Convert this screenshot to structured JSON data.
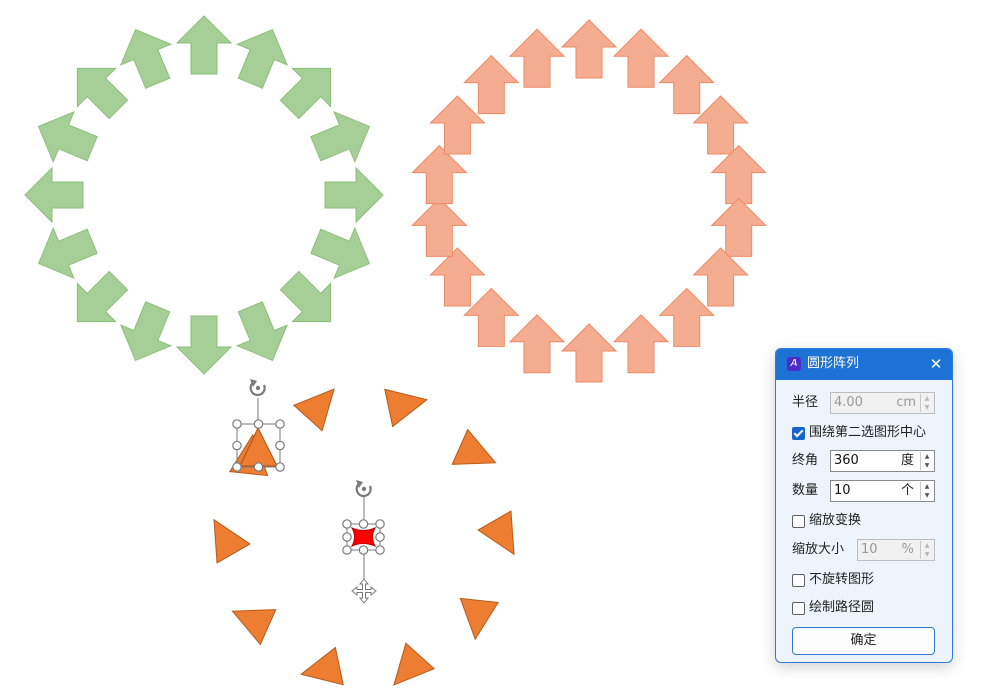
{
  "colors": {
    "green_fill": "#a6cf98",
    "green_stroke": "#8bbf7a",
    "salmon_fill": "#f5ad92",
    "salmon_stroke": "#ee8a63",
    "triangle_fill": "#ed7d31",
    "triangle_stroke": "#b85a1a",
    "selected_fill": "#ff0000",
    "handle_stroke": "#7a7a7a",
    "accent": "#1d73d5"
  },
  "icons": {
    "rotate": "rotate-handle-icon",
    "move": "move-handle-icon",
    "app": "circle-array-app-icon",
    "close": "close-icon",
    "spin_up": "chevron-up-icon",
    "spin_down": "chevron-down-icon",
    "checkbox": "checkbox-icon"
  },
  "dialog": {
    "title": "圆形阵列",
    "app_icon_glyph": "A",
    "close_glyph": "✕",
    "radius": {
      "label": "半径",
      "value": "4.00",
      "unit": "cm"
    },
    "around_second_center": {
      "label": "围绕第二选图形中心",
      "checked": true
    },
    "end_angle": {
      "label": "终角",
      "value": "360",
      "unit": "度"
    },
    "count": {
      "label": "数量",
      "value": "10",
      "unit": "个"
    },
    "scale_transform": {
      "label": "缩放变换",
      "checked": false
    },
    "scale_size": {
      "label": "缩放大小",
      "value": "10",
      "unit": "%"
    },
    "no_rotate": {
      "label": "不旋转图形",
      "checked": false
    },
    "draw_path_circle": {
      "label": "绘制路径圆",
      "checked": false
    },
    "ok_label": "确定"
  }
}
